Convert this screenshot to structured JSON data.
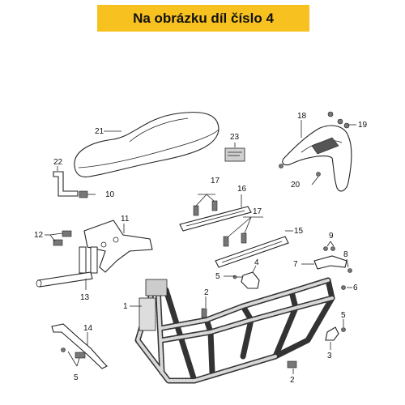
{
  "banner": {
    "text": "Na obrázku díl číslo 4",
    "color": "#f7c11f"
  },
  "labels": {
    "p21": "21",
    "p23": "23",
    "p18": "18",
    "p19": "19",
    "p22": "22",
    "p10": "10",
    "p20": "20",
    "p17a": "17",
    "p16": "16",
    "p11": "11",
    "p12": "12",
    "p17b": "17",
    "p15": "15",
    "p9": "9",
    "p8": "8",
    "p7": "7",
    "p4": "4",
    "p13": "13",
    "p5a": "5",
    "p6": "6",
    "p2a": "2",
    "p1": "1",
    "p5b": "5",
    "p14": "14",
    "p3": "3",
    "p5c": "5",
    "p2b": "2"
  }
}
